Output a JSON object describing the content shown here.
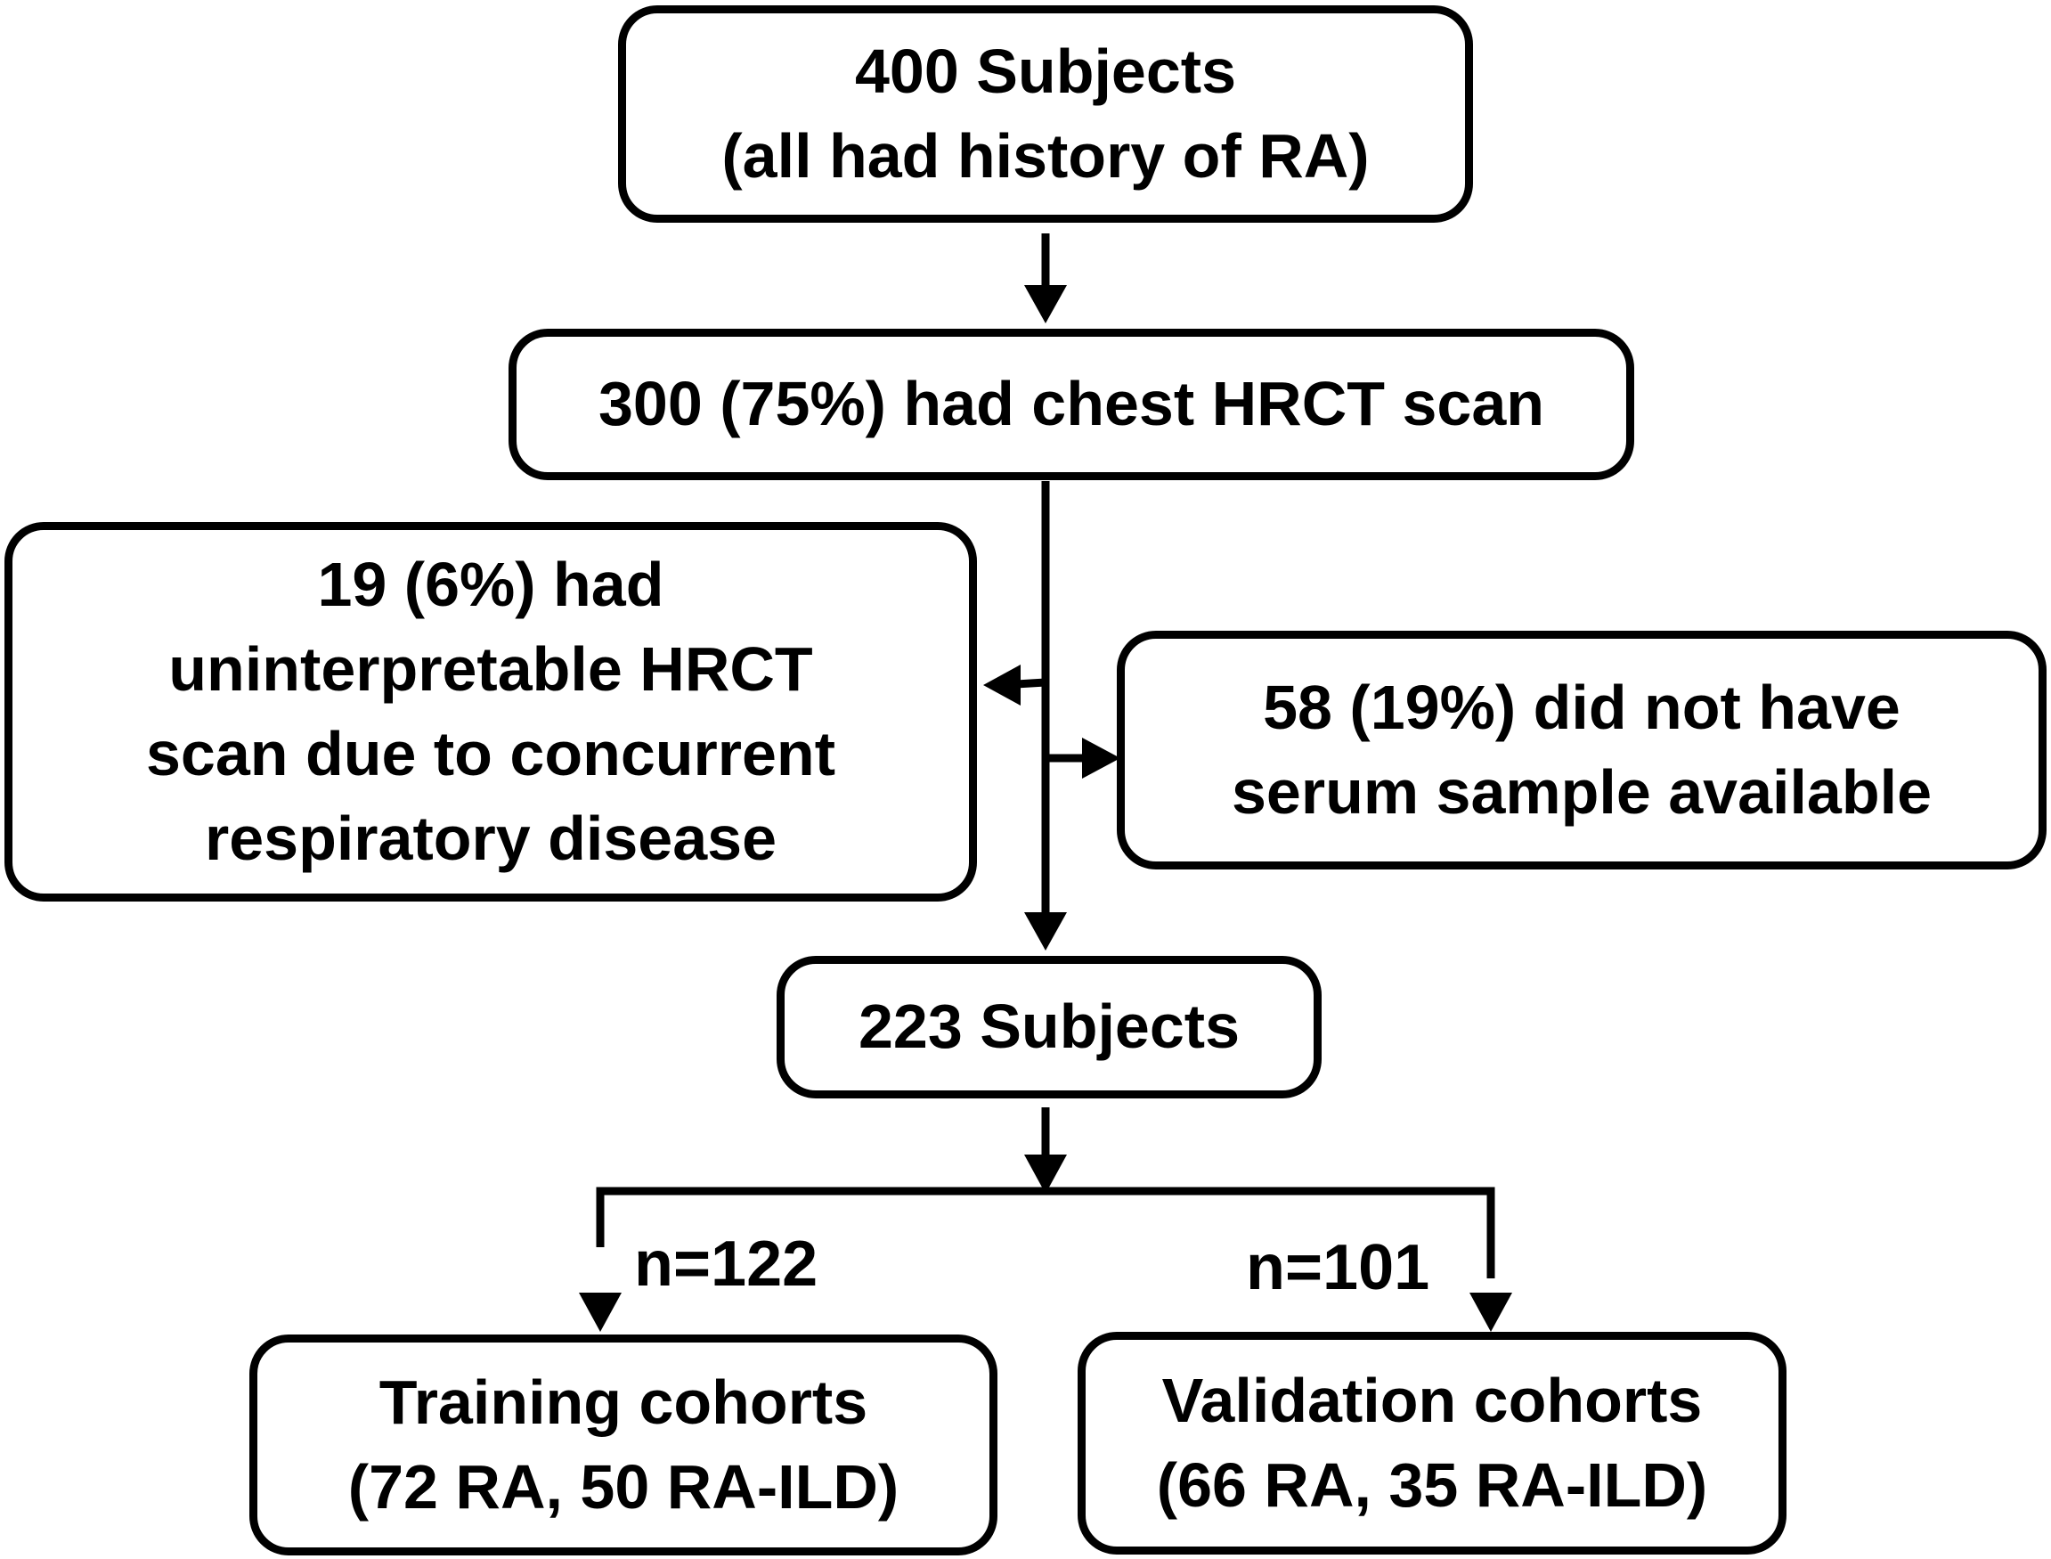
{
  "nodes": {
    "all_subjects": {
      "lines": [
        "400 Subjects",
        "(all had history of RA)"
      ]
    },
    "hrct_scan": {
      "lines": [
        "300 (75%) had chest HRCT scan"
      ]
    },
    "excluded_uninterpretable": {
      "lines": [
        "19 (6%) had",
        "uninterpretable HRCT",
        "scan due to concurrent",
        "respiratory disease"
      ]
    },
    "excluded_no_serum": {
      "lines": [
        "58 (19%) did not have",
        "serum sample available"
      ]
    },
    "final_subjects": {
      "lines": [
        "223 Subjects"
      ]
    },
    "training": {
      "lines": [
        "Training cohorts",
        "(72 RA, 50 RA-ILD)"
      ]
    },
    "validation": {
      "lines": [
        "Validation cohorts",
        "(66 RA, 35 RA-ILD)"
      ]
    }
  },
  "edge_labels": {
    "training_n": "n=122",
    "validation_n": "n=101"
  },
  "colors": {
    "stroke": "#000000",
    "background": "#ffffff"
  }
}
